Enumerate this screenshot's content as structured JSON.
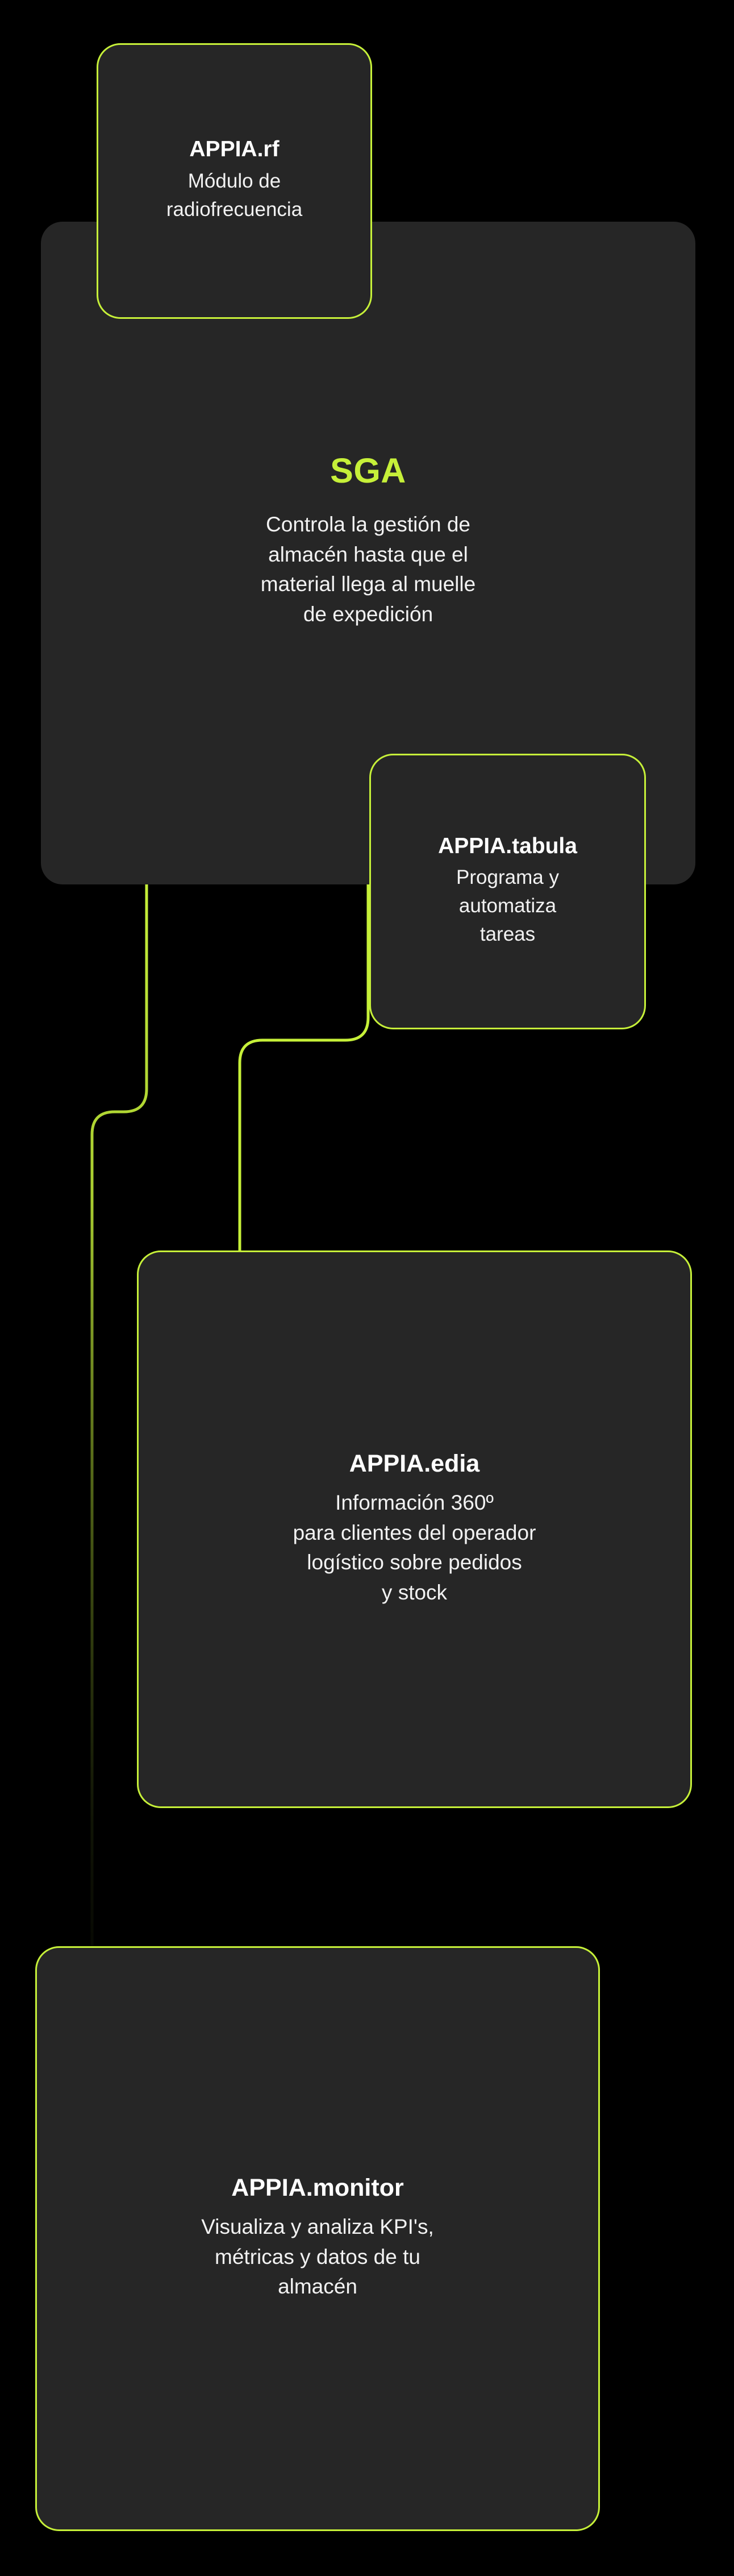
{
  "theme": {
    "background": "#000000",
    "surface": "#262626",
    "accent": "#c6f039",
    "title_text": "#ffffff",
    "body_text": "#f2f2f2"
  },
  "diagram": {
    "kind": "module-architecture-map",
    "hub": {
      "id": "sga",
      "title": "SGA",
      "description": "Controla la gestión de\nalmacén hasta que el\nmaterial llega al muelle\nde expedición"
    },
    "modules": [
      {
        "id": "appia-rf",
        "title": "APPIA.rf",
        "description": "Módulo de\nradiofrecuencia"
      },
      {
        "id": "appia-tabula",
        "title": "APPIA.tabula",
        "description": "Programa y\nautomatiza\ntareas"
      },
      {
        "id": "appia-edia",
        "title": "APPIA.edia",
        "description": "Información  360º\npara clientes del operador\nlogístico sobre pedidos\ny stock"
      },
      {
        "id": "appia-monitor",
        "title": "APPIA.monitor",
        "description": "Visualiza y analiza KPI's,\nmétricas y datos de tu\nalmacén"
      }
    ],
    "connectors": [
      {
        "id": "sga-to-edia",
        "from": "sga",
        "to": "appia-edia"
      },
      {
        "id": "tabula-to-edia",
        "from": "appia-tabula",
        "to": "appia-edia"
      },
      {
        "id": "sga-to-monitor",
        "from": "sga",
        "to": "appia-monitor"
      }
    ]
  }
}
